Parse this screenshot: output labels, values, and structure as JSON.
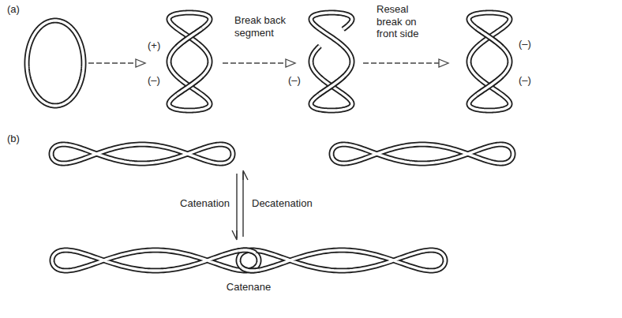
{
  "diagram": {
    "labels": [
      "(a)",
      "(+)",
      "(–)",
      "Break back segment",
      "(–)",
      "Reseal break on front side",
      "(–)",
      "(–)",
      "(b)",
      "Catenation",
      "Decatenation",
      "Catenane"
    ]
  }
}
